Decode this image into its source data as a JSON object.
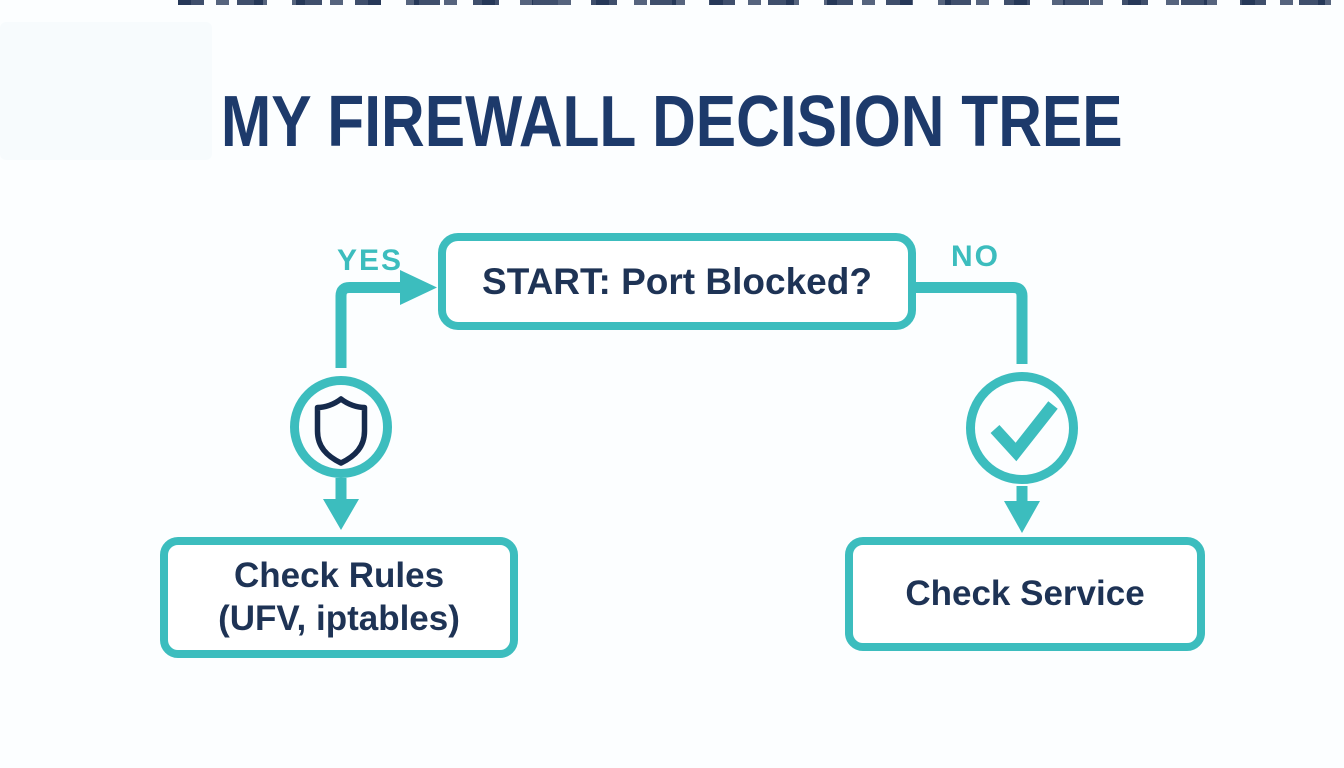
{
  "title": "MY FIREWALL DECISION TREE",
  "colors": {
    "accent_teal": "#3cbdbe",
    "title_navy": "#1d3a6b",
    "text_navy": "#1e3355",
    "icon_navy": "#152a4c",
    "background": "#fcfeff"
  },
  "flowchart": {
    "start_node": {
      "label": "START: Port Blocked?"
    },
    "yes_branch": {
      "label": "YES",
      "icon": "shield-icon",
      "node": {
        "line1": "Check Rules",
        "line2": "(UFV, iptables)"
      }
    },
    "no_branch": {
      "label": "NO",
      "icon": "check-circle-icon",
      "node": {
        "label": "Check Service"
      }
    }
  }
}
